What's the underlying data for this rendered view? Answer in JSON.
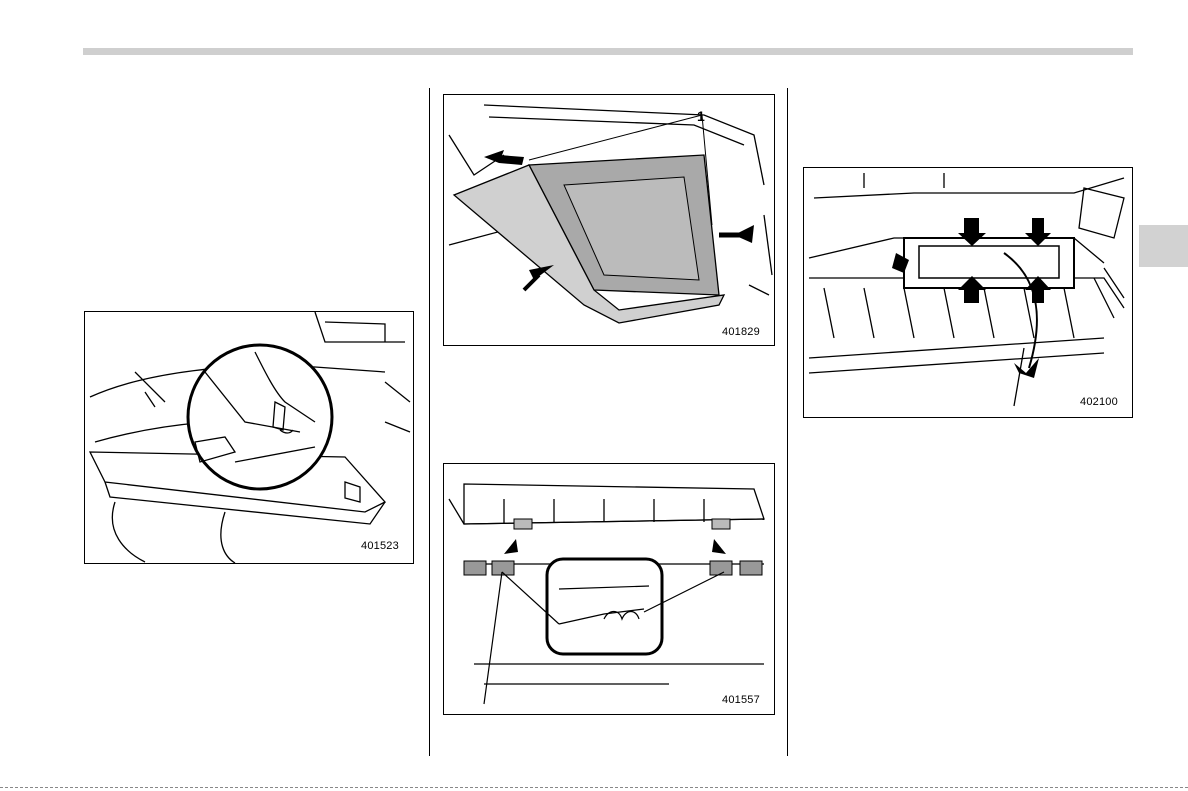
{
  "figures": [
    {
      "code": "401523"
    },
    {
      "code": "401829",
      "callout": "1"
    },
    {
      "code": "401557"
    },
    {
      "code": "402100"
    }
  ],
  "colors": {
    "header_rule": "#cfcfcf",
    "side_tab": "#d2d2d2",
    "fill_gray": "#a9a9a9"
  }
}
